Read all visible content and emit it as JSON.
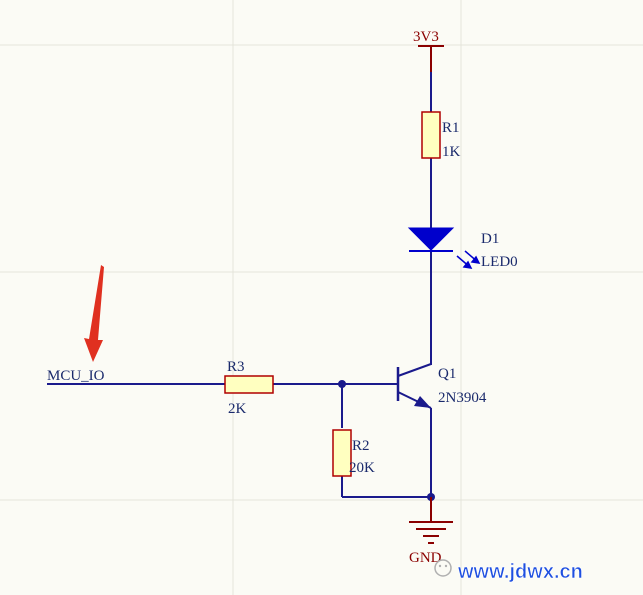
{
  "colors": {
    "background": "#fbfbf5",
    "grid": "#e4e4da",
    "wire": "#1a1a8c",
    "component": "#b00000",
    "component_fill": "#ffffc0",
    "pin": "#8b0000",
    "label": "#1a2a6c",
    "arrow": "#e03020",
    "watermark": "#1e4fe0"
  },
  "power": {
    "label": "3V3"
  },
  "ground": {
    "label": "GND"
  },
  "net": {
    "label": "MCU_IO"
  },
  "r1": {
    "designator": "R1",
    "value": "1K"
  },
  "r2": {
    "designator": "R2",
    "value": "20K"
  },
  "r3": {
    "designator": "R3",
    "value": "2K"
  },
  "d1": {
    "designator": "D1",
    "value": "LED0"
  },
  "q1": {
    "designator": "Q1",
    "value": "2N3904"
  },
  "watermark": {
    "text": "www.jdwx.cn"
  }
}
